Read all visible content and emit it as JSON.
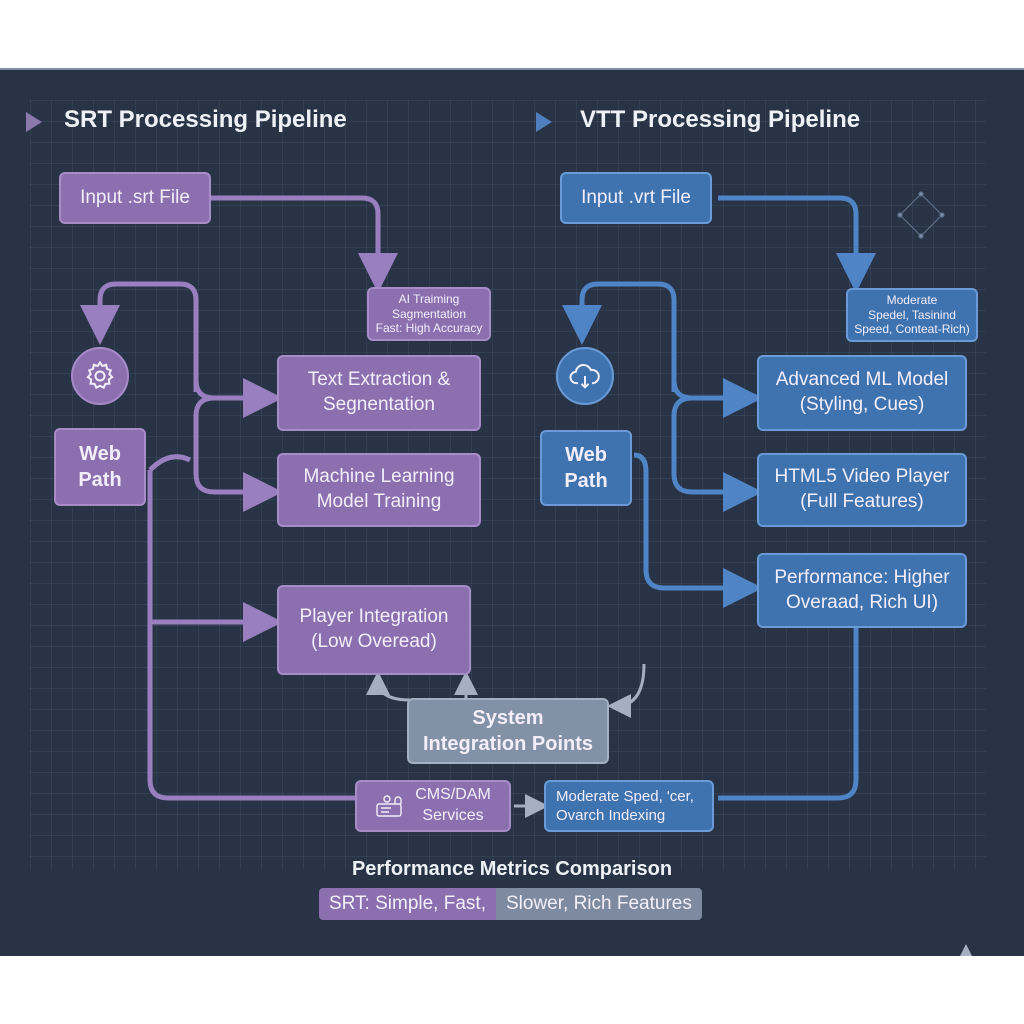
{
  "srt": {
    "title": "SRT Processing Pipeline",
    "input": "Input .srt File",
    "note": [
      "AI Traiming",
      "Sagmentation",
      "Fast: High Accuracy"
    ],
    "web_path": [
      "Web",
      "Path"
    ],
    "icon": "gear-icon",
    "step1": [
      "Text Extraction &",
      "Segnentation"
    ],
    "step2": [
      "Machine Learning",
      "Model Training"
    ],
    "step3": [
      "Player Integration",
      "(Low Overead)"
    ],
    "cms": [
      "CMS/DAM",
      "Services"
    ],
    "color": "#8b6fae"
  },
  "vtt": {
    "title": "VTT Processing Pipeline",
    "input": "Input .vrt File",
    "note": [
      "Moderate",
      "Spedel, Tasinind",
      "Speed, Conteat-Rich)"
    ],
    "web_path": [
      "Web",
      "Path"
    ],
    "icon": "cloud-download-icon",
    "step1": [
      "Advanced ML Model",
      "(Styling, Cues)"
    ],
    "step2": [
      "HTML5 Video Player",
      "(Full Features)"
    ],
    "step3": [
      "Performance: Higher",
      "Overaad, Rich UI)"
    ],
    "search": [
      "Moderate Sped,  'cer,",
      "Ovarch Indexing"
    ],
    "color": "#3f73b0"
  },
  "integration": [
    "System",
    "Integration Points"
  ],
  "metrics": {
    "title": "Performance Metrics Comparison",
    "srt_text": "SRT: Simple, Fast,",
    "vtt_text": "Slower, Rich Features"
  }
}
